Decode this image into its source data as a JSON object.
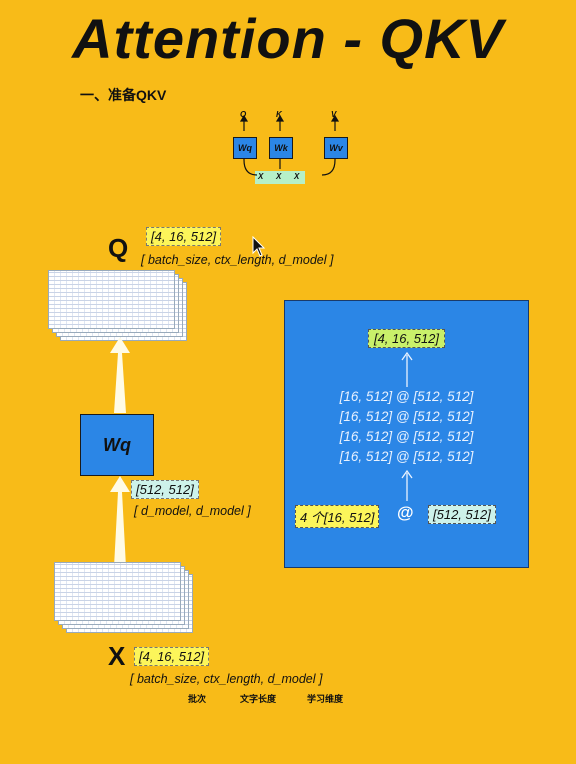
{
  "title": "Attention - QKV",
  "section_heading": "一、准备QKV",
  "mini_diagram": {
    "outputs": [
      "Q",
      "K",
      "V"
    ],
    "boxes": [
      "Wq",
      "Wk",
      "Wv"
    ],
    "inputs": [
      "X",
      "X",
      "X"
    ]
  },
  "q_block": {
    "letter": "Q",
    "shape_label": "[4, 16, 512]",
    "shape_desc": "[ batch_size, ctx_length, d_model ]"
  },
  "wq_block": {
    "label": "Wq",
    "shape_label": "[512, 512]",
    "shape_desc": "[ d_model, d_model ]"
  },
  "x_block": {
    "letter": "X",
    "shape_label": "[4, 16, 512]",
    "shape_desc": "[ batch_size, ctx_length, d_model ]",
    "cn_labels": [
      "批次",
      "文字长度",
      "学习维度"
    ]
  },
  "panel": {
    "result": "[4, 16, 512]",
    "rows": [
      "[16, 512]  @  [512, 512]",
      "[16, 512]  @  [512, 512]",
      "[16, 512]  @  [512, 512]",
      "[16, 512]  @  [512, 512]"
    ],
    "bottom_left": "4 个[16, 512]",
    "bottom_op": "@",
    "bottom_right": "[512, 512]"
  },
  "colors": {
    "background": "#f8bb18",
    "blue": "#2b86e6",
    "yellow_tag": "#fcf55a",
    "cyan_tag": "#cdf2ea"
  }
}
